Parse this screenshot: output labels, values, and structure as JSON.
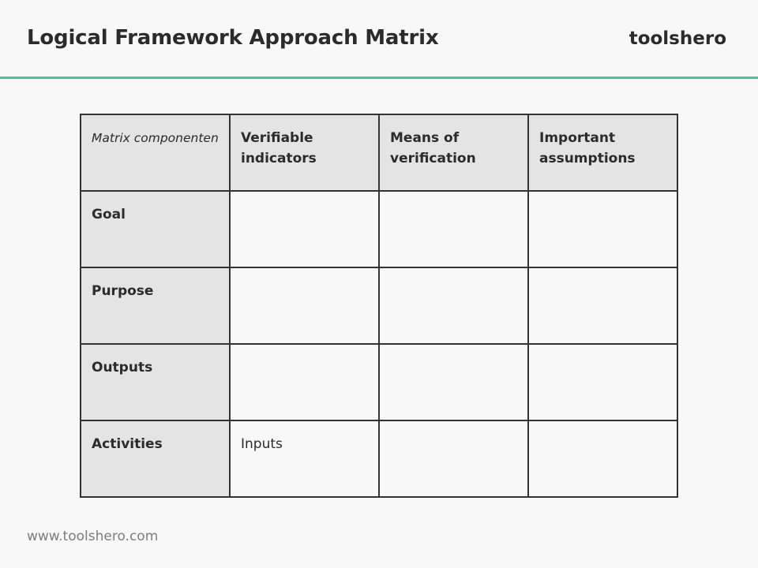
{
  "header": {
    "title": "Logical Framework Approach Matrix",
    "brand": "toolshero",
    "accent_color": "#3ec99a"
  },
  "matrix": {
    "header_row": {
      "corner": "Matrix componenten",
      "columns": [
        "Verifiable indicators",
        "Means of verification",
        "Important assumptions"
      ]
    },
    "rows": [
      {
        "label": "Goal",
        "cells": [
          "",
          "",
          ""
        ]
      },
      {
        "label": "Purpose",
        "cells": [
          "",
          "",
          ""
        ]
      },
      {
        "label": "Outputs",
        "cells": [
          "",
          "",
          ""
        ]
      },
      {
        "label": "Activities",
        "cells": [
          "Inputs",
          "",
          ""
        ]
      }
    ],
    "header_fill": "#e4e4e4",
    "border_color": "#333333"
  },
  "footer": {
    "url": "www.toolshero.com"
  }
}
